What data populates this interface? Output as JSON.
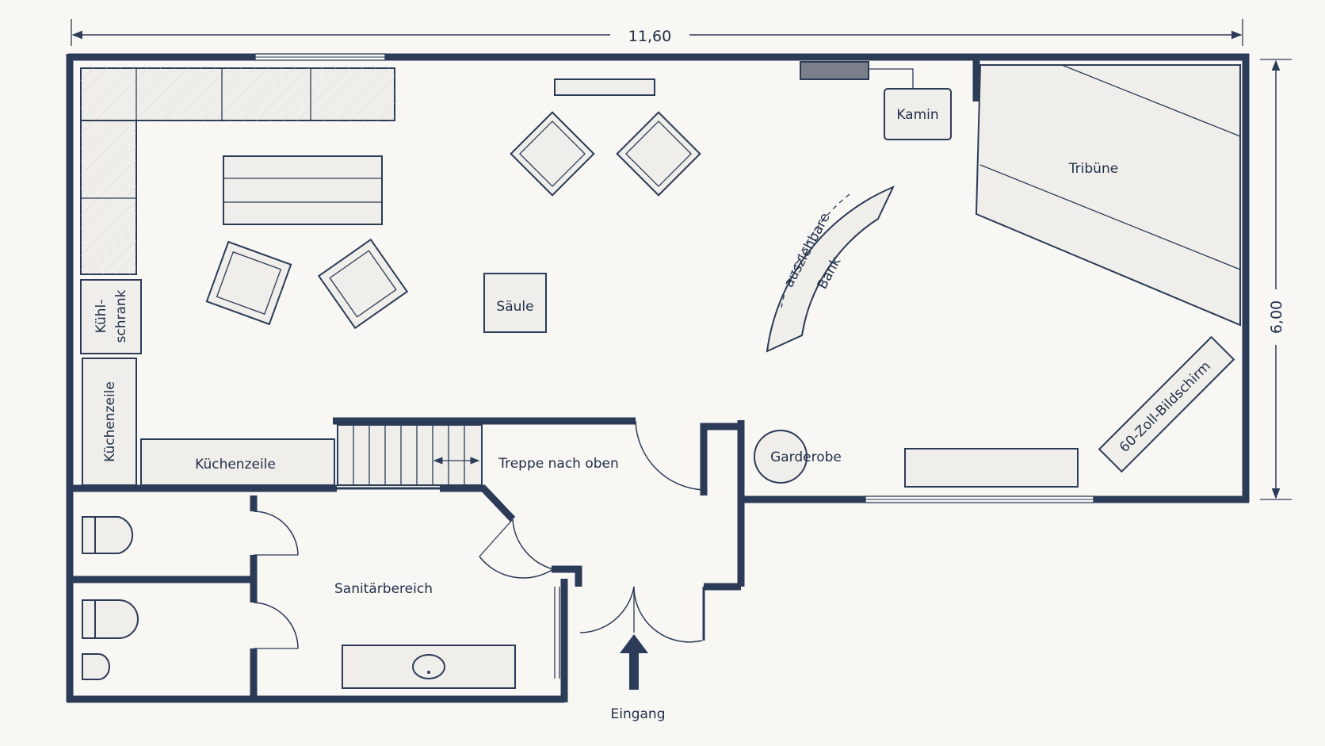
{
  "dimensions": {
    "width": "11,60",
    "height": "6,00"
  },
  "rooms": {
    "kamin": "Kamin",
    "tribuene": "Tribüne",
    "bank_line1": "ausziehbare",
    "bank_line2": "Bank",
    "saeule": "Säule",
    "kuehl_line1": "Kühl-",
    "kuehl_line2": "schrank",
    "kuechenzeile_v": "Küchenzeile",
    "kuechenzeile_h": "Küchenzeile",
    "treppe": "Treppe nach oben",
    "garderobe": "Garderobe",
    "bildschirm": "60-Zoll-Bildschirm",
    "sanitaer": "Sanitärbereich",
    "eingang": "Eingang"
  },
  "colors": {
    "wall": "#2c3b57",
    "paper": "#f8f7f4",
    "furniture": "#efeeea"
  }
}
